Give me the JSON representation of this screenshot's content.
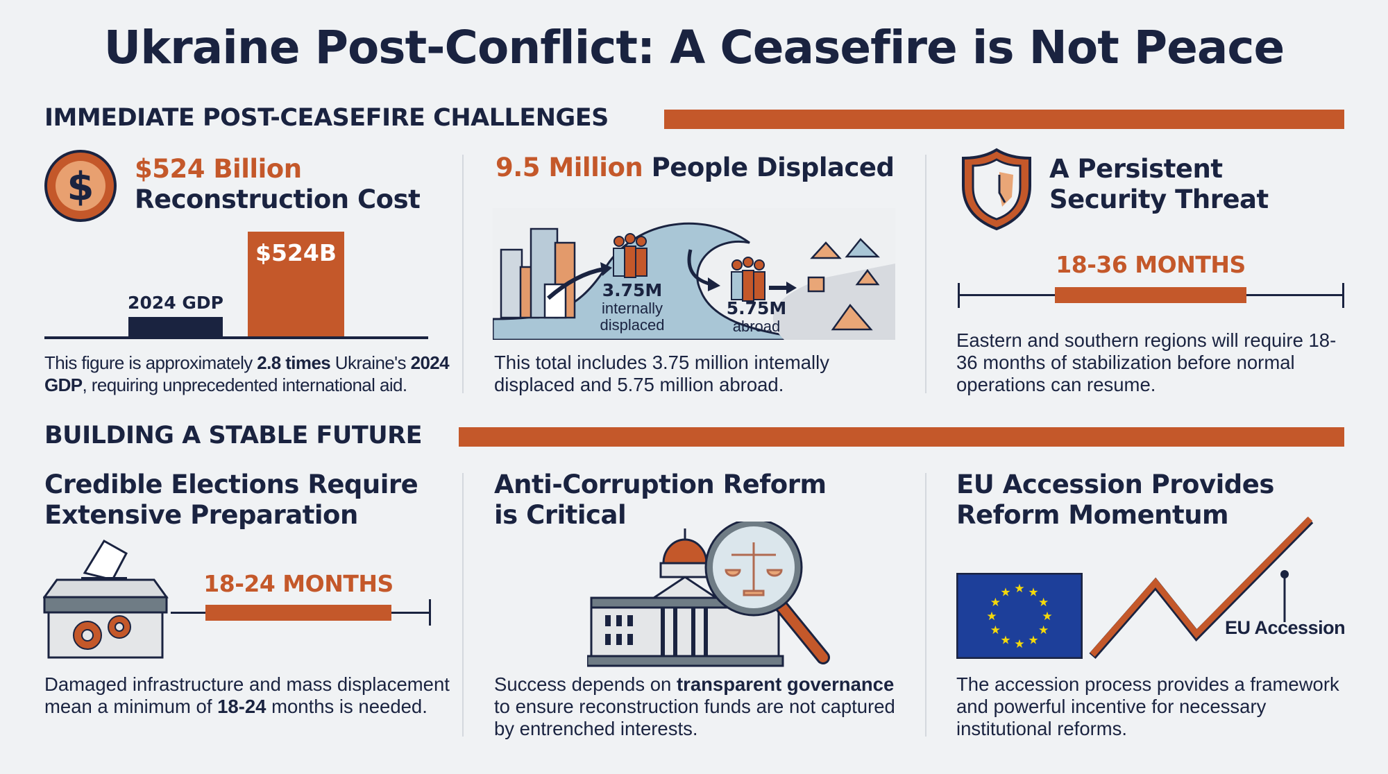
{
  "title": "Ukraine Post-Conflict: A Ceasefire is Not Peace",
  "section1": {
    "heading": "IMMEDIATE POST-CEASEFIRE CHALLENGES",
    "reconstruction": {
      "title_highlight": "$524 Billion",
      "title_rest": "Reconstruction Cost",
      "bar_gdp_label": "2024 GDP",
      "bar_cost_label": "$524B",
      "text": [
        "This figure is approximately ",
        "2.8 times",
        " Ukraine's ",
        "2024 GDP",
        ", requiring unprecedented international aid."
      ]
    },
    "displaced": {
      "title_highlight": "9.5 Million",
      "title_rest": "People Displaced",
      "internal_value": "3.75M",
      "internal_label": "internally displaced",
      "abroad_value": "5.75M",
      "abroad_label": "abroad",
      "text": "This total includes 3.75 million intemally displaced and 5.75 million abroad."
    },
    "security": {
      "title": "A Persistent Security Threat",
      "months": "18-36 MONTHS",
      "text": "Eastern and southern regions will require 18-36 months of stabilization before normal operations can resume."
    }
  },
  "section2": {
    "heading": "BUILDING A STABLE FUTURE",
    "elections": {
      "title": "Credible Elections Require Extensive Preparation",
      "months": "18-24 MONTHS",
      "text": [
        "Damaged infrastructure and mass displacement mean a minimum of ",
        "18-24",
        " months is needed."
      ]
    },
    "corruption": {
      "title": "Anti-Corruption Reform is Critical",
      "text": [
        "Success depends on ",
        "transparent governance",
        " to ensure reconstruction funds are not captured by entrenched interests."
      ]
    },
    "eu": {
      "title": "EU Accession Provides Reform Momentum",
      "marker_label": "EU Accession",
      "text": "The accession process provides a framework and powerful incentive for necessary institutional reforms."
    }
  },
  "colors": {
    "navy": "#1a2340",
    "orange": "#c4582a",
    "background": "#f0f2f4",
    "eu_blue": "#1d3f9a",
    "eu_star": "#f5d90a"
  }
}
